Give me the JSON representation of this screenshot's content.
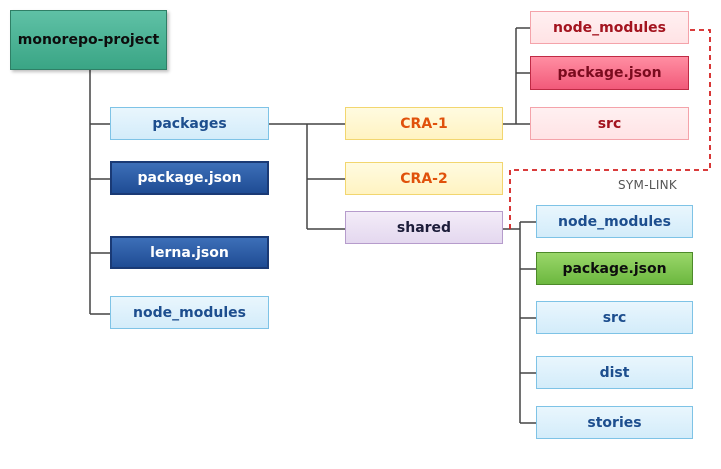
{
  "nodes": {
    "root": "monorepo-project",
    "packages": "packages",
    "root_package_json": "package.json",
    "lerna_json": "lerna.json",
    "root_node_modules": "node_modules",
    "cra1": "CRA-1",
    "cra2": "CRA-2",
    "shared": "shared",
    "cra1_node_modules": "node_modules",
    "cra1_package_json": "package.json",
    "cra1_src": "src",
    "shared_node_modules": "node_modules",
    "shared_package_json": "package.json",
    "shared_src": "src",
    "shared_dist": "dist",
    "shared_stories": "stories"
  },
  "symlink_label": "SYM-LINK",
  "colors": {
    "connector": "#444444",
    "symlink": "#d42020"
  }
}
